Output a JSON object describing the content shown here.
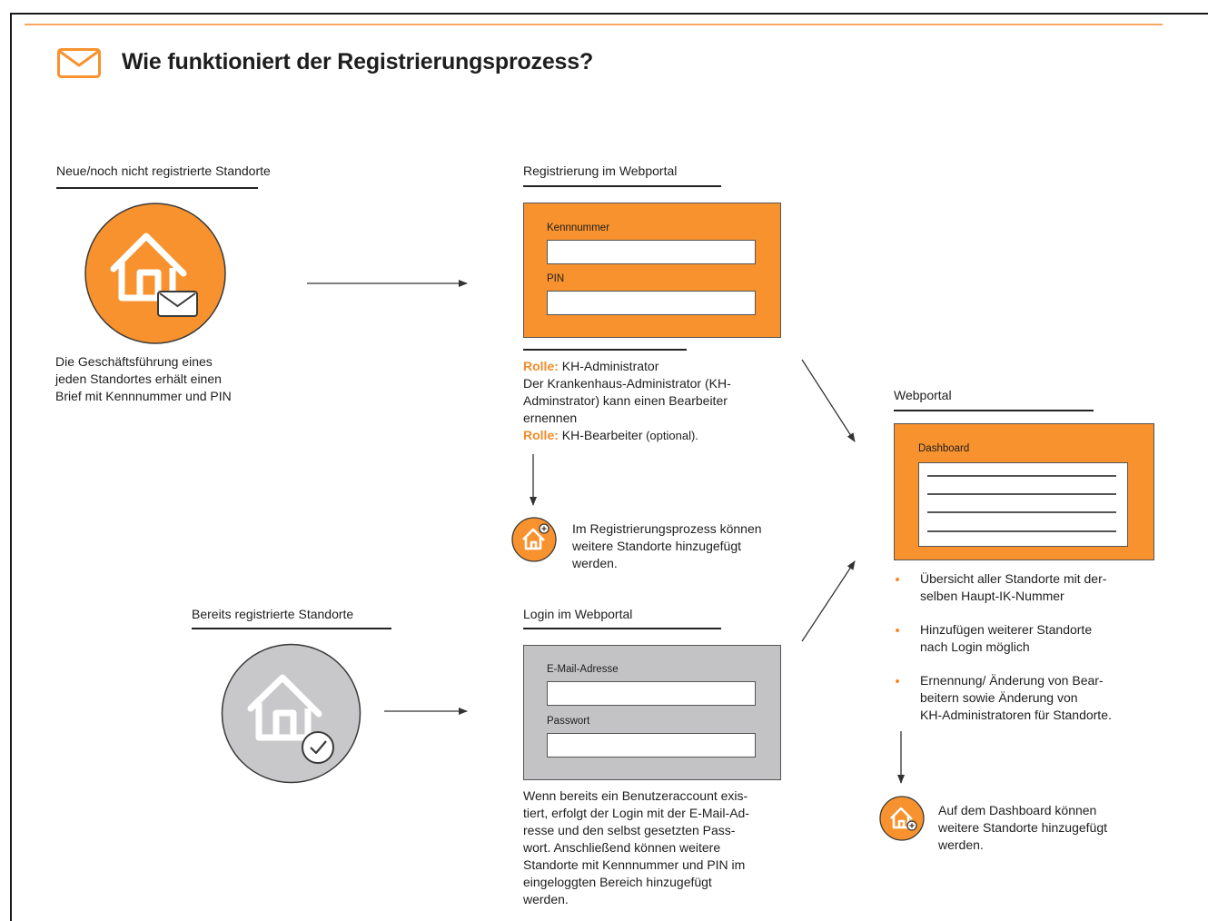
{
  "title": "Wie funktioniert der Registrierungsprozess?",
  "colors": {
    "accent": "#f7922e",
    "grey_box": "#c3c3c5",
    "grey_circle": "#c8c8ca"
  },
  "icons": {
    "title": "envelope-icon",
    "new_site": "house-with-letter-icon",
    "registered_site": "house-with-check-icon",
    "add_site": "house-add-icon"
  },
  "new_sites": {
    "heading": "Neue/noch nicht registrierte Standorte",
    "text": [
      "Die Geschäftsführung eines",
      "jeden Standortes erhält einen",
      "Brief mit Kennnummer und PIN"
    ]
  },
  "registration": {
    "heading": "Registrierung im Webportal",
    "field1_label": "Kennnummer",
    "field2_label": "PIN",
    "role1_prefix": "Rolle:",
    "role1_value": " KH-Administrator",
    "desc": [
      "Der Krankenhaus-Administrator (KH-",
      "Adminstrator) kann einen Bearbeiter",
      "ernennen"
    ],
    "role2_prefix": "Rolle:",
    "role2_value": " KH-Bearbeiter",
    "role2_note": " (optional)."
  },
  "add_during_registration": [
    "Im Registrierungsprozess können",
    "weitere Standorte hinzugefügt",
    "werden."
  ],
  "registered_sites": {
    "heading": "Bereits registrierte Standorte"
  },
  "login": {
    "heading": "Login im Webportal",
    "field1_label": "E-Mail-Adresse",
    "field2_label": "Passwort",
    "text": [
      "Wenn bereits ein Benutzeraccount exis-",
      "tiert, erfolgt der Login mit der E-Mail-Ad-",
      "resse und den selbst gesetzten Pass-",
      "wort. Anschließend können weitere",
      "Standorte mit Kennnummer und PIN im",
      "eingeloggten Bereich hinzugefügt",
      "werden."
    ]
  },
  "webportal": {
    "heading": "Webportal",
    "dashboard_label": "Dashboard",
    "bullets": [
      [
        "Übersicht aller Standorte mit der-",
        "selben Haupt-IK-Nummer"
      ],
      [
        "Hinzufügen weiterer Standorte",
        "nach Login möglich"
      ],
      [
        "Ernennung/ Änderung von Bear-",
        "beitern sowie Änderung von",
        "KH-Administratoren für Standorte."
      ]
    ]
  },
  "add_on_dashboard": [
    "Auf dem Dashboard können",
    "weitere Standorte hinzugefügt",
    "werden."
  ]
}
